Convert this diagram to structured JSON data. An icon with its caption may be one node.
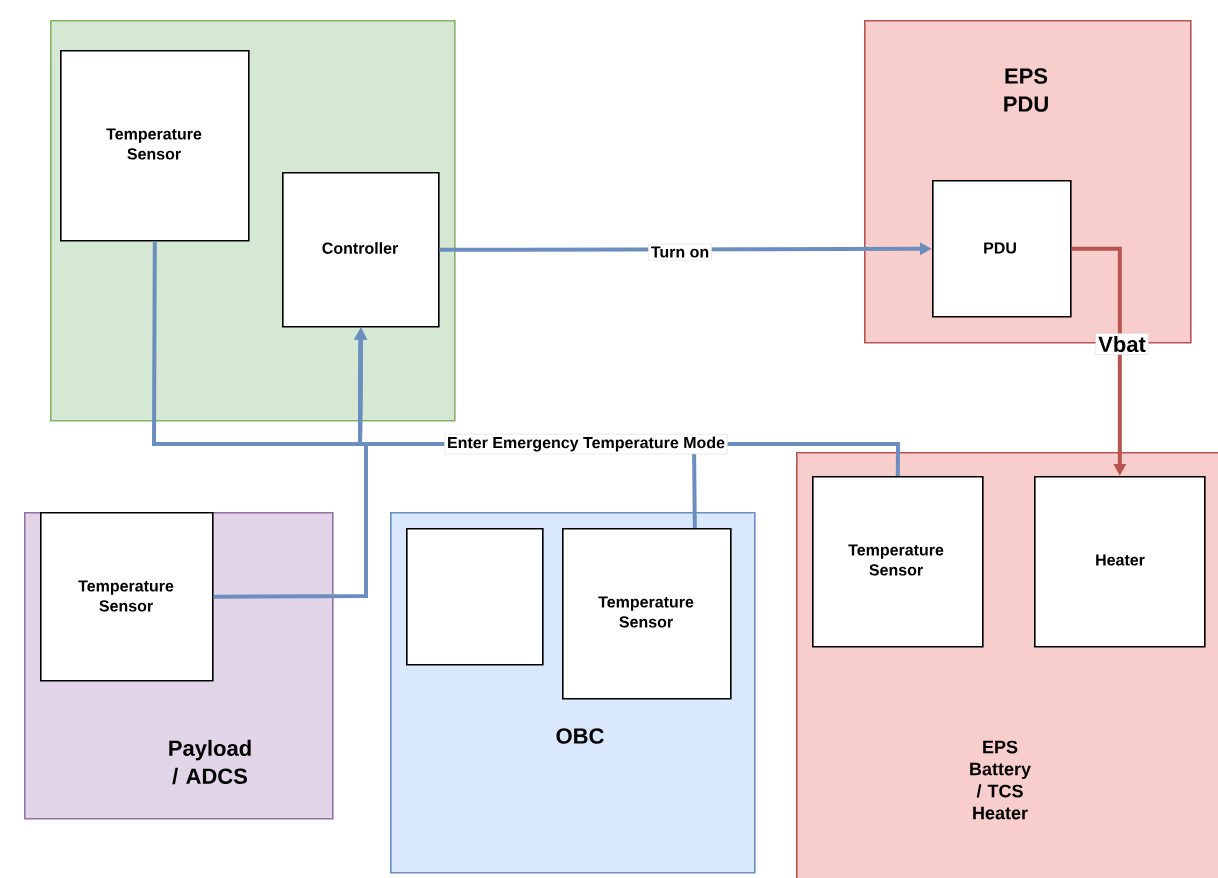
{
  "diagram": {
    "nodes": [
      {
        "text": [],
        "shape": "box"
      },
      {
        "text": [
          "Temperature Sensor"
        ],
        "in": 0
      },
      {
        "text": [
          "Controller"
        ],
        "in": 0
      },
      {
        "text": [
          "EPS PDU"
        ]
      },
      {
        "text": [
          "PDU"
        ],
        "in": 3
      },
      {
        "text": [
          "Payload / ADCS"
        ]
      },
      {
        "text": [
          "Temperature Sensor"
        ],
        "in": 5
      },
      {
        "text": [
          "OBC"
        ]
      },
      {
        "text": [],
        "shape": "box",
        "in": 7
      },
      {
        "text": [
          "Temperature Sensor"
        ],
        "in": 7
      },
      {
        "text": [
          "EPS Battery / TCS Heater"
        ]
      },
      {
        "text": [
          "Temperature Sensor"
        ],
        "in": 10
      },
      {
        "text": [
          "Heater"
        ],
        "in": 10
      }
    ],
    "edges": [
      {
        "from": 2,
        "to": 4,
        "arrow": "to",
        "label": "Turn on"
      },
      {
        "from": 4,
        "to": 12,
        "arrow": "to",
        "label": "Vbat",
        "color": "#b85450"
      },
      {
        "from": 1,
        "to": 2,
        "arrow": "to"
      },
      {
        "from": 6,
        "to": 2,
        "arrow": "to"
      },
      {
        "from": 9,
        "to": 2,
        "arrow": "to"
      },
      {
        "from": 11,
        "to": 2,
        "arrow": "to",
        "label": "Enter Emergency Temperature Mode"
      }
    ]
  }
}
